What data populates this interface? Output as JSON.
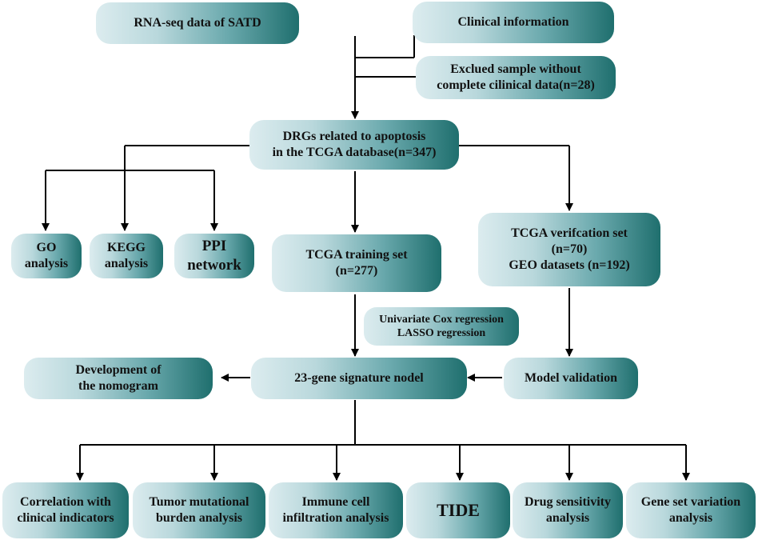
{
  "diagram": {
    "nodes": {
      "rnaseq": "RNA-seq data of  SATD",
      "clinical": "Clinical information",
      "excluded": "Exclued sample without\ncomplete cilinical data(n=28)",
      "drgs": "DRGs related to apoptosis\nin the TCGA database(n=347)",
      "go": "GO\nanalysis",
      "kegg": "KEGG\nanalysis",
      "ppi": "PPI\nnetwork",
      "training": "TCGA training set\n(n=277)",
      "verification": "TCGA verifcation set\n(n=70)\nGEO datasets (n=192)",
      "regression": "Univariate Cox regression\nLASSO regression",
      "nomogram": "Development of\nthe nomogram",
      "signature": "23-gene signature nodel",
      "validation": "Model validation",
      "correlation": "Correlation with\nclinical indicators",
      "tmb": "Tumor mutational\nburden analysis",
      "immune": "Immune cell\ninfiltration analysis",
      "tide": "TIDE",
      "drug": "Drug sensitivity\nanalysis",
      "gsva": "Gene set variation\nanalysis"
    },
    "colors": {
      "gradient_light": "#dcecef",
      "gradient_dark": "#1f6f6e",
      "arrow": "#000000"
    }
  }
}
